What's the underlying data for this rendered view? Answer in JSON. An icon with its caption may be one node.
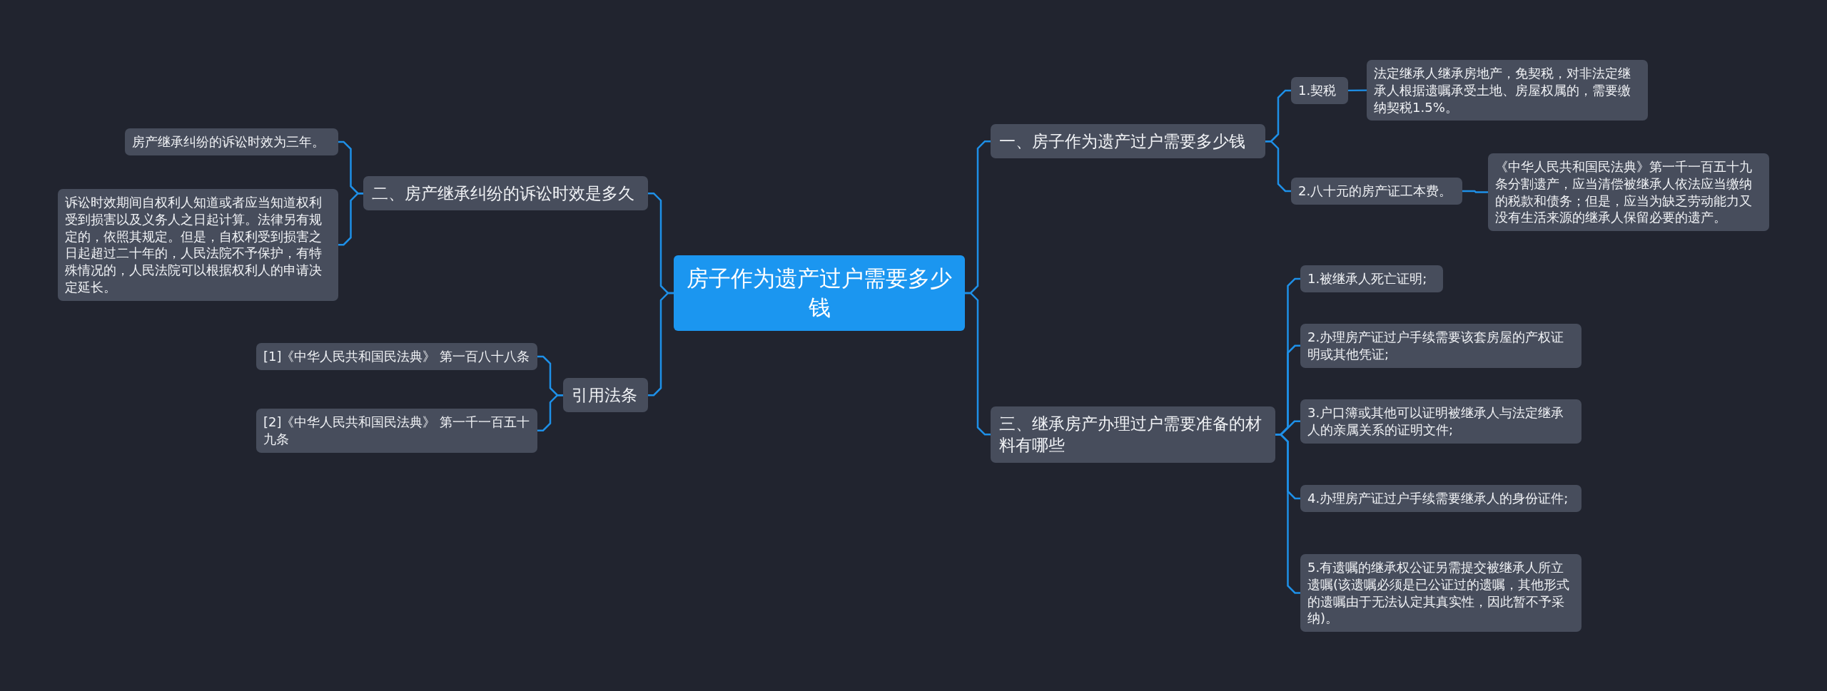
{
  "diagram": {
    "nodes": [
      {
        "text": [
          "房子作为遗产过户需要多少钱"
        ]
      },
      {
        "text": [
          "一、房子作为遗产过户需要多少钱"
        ]
      },
      {
        "text": [
          "1.契税"
        ]
      },
      {
        "text": [
          "法定继承人继承房地产，免契税，对非法定继承人根据遗嘱承受土地、房屋权属的，需要缴纳契税1.5%。"
        ]
      },
      {
        "text": [
          "2.八十元的房产证工本费。"
        ]
      },
      {
        "text": [
          "《中华人民共和国民法典》第一千一百五十九条分割遗产，应当清偿被继承人依法应当缴纳的税款和债务；但是，应当为缺乏劳动能力又没有生活来源的继承人保留必要的遗产。"
        ]
      },
      {
        "text": [
          "三、继承房产办理过户需要准备的材料有哪些"
        ]
      },
      {
        "text": [
          "1.被继承人死亡证明;"
        ]
      },
      {
        "text": [
          "2.办理房产证过户手续需要该套房屋的产权证明或其他凭证;"
        ]
      },
      {
        "text": [
          "3.户口簿或其他可以证明被继承人与法定继承人的亲属关系的证明文件;"
        ]
      },
      {
        "text": [
          "4.办理房产证过户手续需要继承人的身份证件;"
        ]
      },
      {
        "text": [
          "5.有遗嘱的继承权公证另需提交被继承人所立遗嘱(该遗嘱必须是已公证过的遗嘱，其他形式的遗嘱由于无法认定其真实性，因此暂不予采纳)。"
        ]
      },
      {
        "text": [
          "二、房产继承纠纷的诉讼时效是多久"
        ]
      },
      {
        "text": [
          "房产继承纠纷的诉讼时效为三年。"
        ]
      },
      {
        "text": [
          "诉讼时效期间自权利人知道或者应当知道权利受到损害以及义务人之日起计算。法律另有规定的，依照其规定。但是，自权利受到损害之日起超过二十年的，人民法院不予保护，有特殊情况的，人民法院可以根据权利人的申请决定延长。"
        ]
      },
      {
        "text": [
          "引用法条"
        ]
      },
      {
        "text": [
          "[1]《中华人民共和国民法典》 第一百八十八条"
        ]
      },
      {
        "text": [
          "[2]《中华人民共和国民法典》 第一千一百五十九条"
        ]
      }
    ],
    "edges": [
      {
        "from": 0,
        "to": 1,
        "arrow": "none"
      },
      {
        "from": 1,
        "to": 2,
        "arrow": "none"
      },
      {
        "from": 2,
        "to": 3,
        "arrow": "none"
      },
      {
        "from": 1,
        "to": 4,
        "arrow": "none"
      },
      {
        "from": 4,
        "to": 5,
        "arrow": "none"
      },
      {
        "from": 0,
        "to": 6,
        "arrow": "none"
      },
      {
        "from": 6,
        "to": 7,
        "arrow": "none"
      },
      {
        "from": 6,
        "to": 8,
        "arrow": "none"
      },
      {
        "from": 6,
        "to": 9,
        "arrow": "none"
      },
      {
        "from": 6,
        "to": 10,
        "arrow": "none"
      },
      {
        "from": 6,
        "to": 11,
        "arrow": "none"
      },
      {
        "from": 0,
        "to": 12,
        "arrow": "none"
      },
      {
        "from": 12,
        "to": 13,
        "arrow": "none"
      },
      {
        "from": 12,
        "to": 14,
        "arrow": "none"
      },
      {
        "from": 0,
        "to": 15,
        "arrow": "none"
      },
      {
        "from": 15,
        "to": 16,
        "arrow": "none"
      },
      {
        "from": 15,
        "to": 17,
        "arrow": "none"
      }
    ]
  }
}
